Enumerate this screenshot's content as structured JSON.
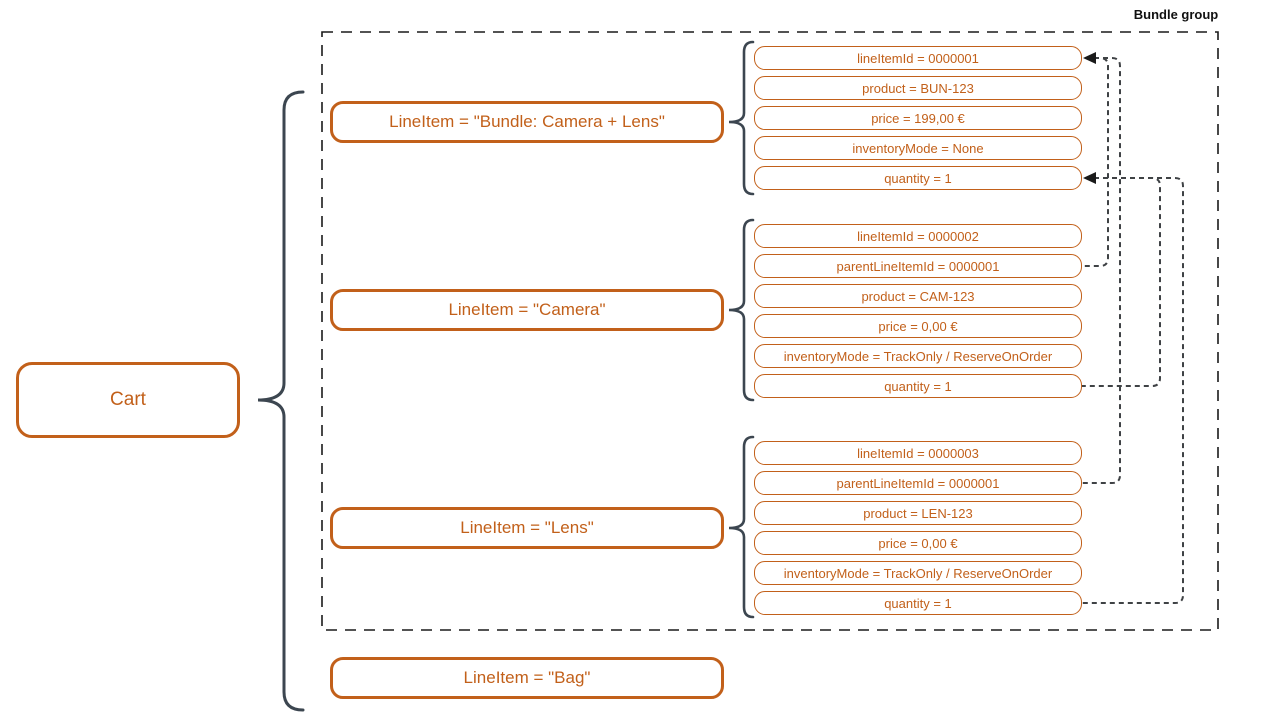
{
  "diagram": {
    "bundle_group_label": "Bundle group",
    "cart": {
      "label": "Cart"
    },
    "line_items": [
      {
        "label": "LineItem = \"Bundle: Camera + Lens\"",
        "attributes": [
          "lineItemId = 0000001",
          "product = BUN-123",
          "price = 199,00 €",
          "inventoryMode = None",
          "quantity = 1"
        ]
      },
      {
        "label": "LineItem = \"Camera\"",
        "attributes": [
          "lineItemId = 0000002",
          "parentLineItemId = 0000001",
          "product = CAM-123",
          "price = 0,00 €",
          "inventoryMode = TrackOnly / ReserveOnOrder",
          "quantity = 1"
        ]
      },
      {
        "label": "LineItem = \"Lens\"",
        "attributes": [
          "lineItemId = 0000003",
          "parentLineItemId = 0000001",
          "product = LEN-123",
          "price = 0,00 €",
          "inventoryMode = TrackOnly / ReserveOnOrder",
          "quantity = 1"
        ]
      },
      {
        "label": "LineItem = \"Bag\"",
        "attributes": []
      }
    ],
    "colors": {
      "accent": "#C2601A",
      "brace": "#3C4650",
      "connector": "#3F4245",
      "group_border": "#1A1A1A"
    }
  }
}
